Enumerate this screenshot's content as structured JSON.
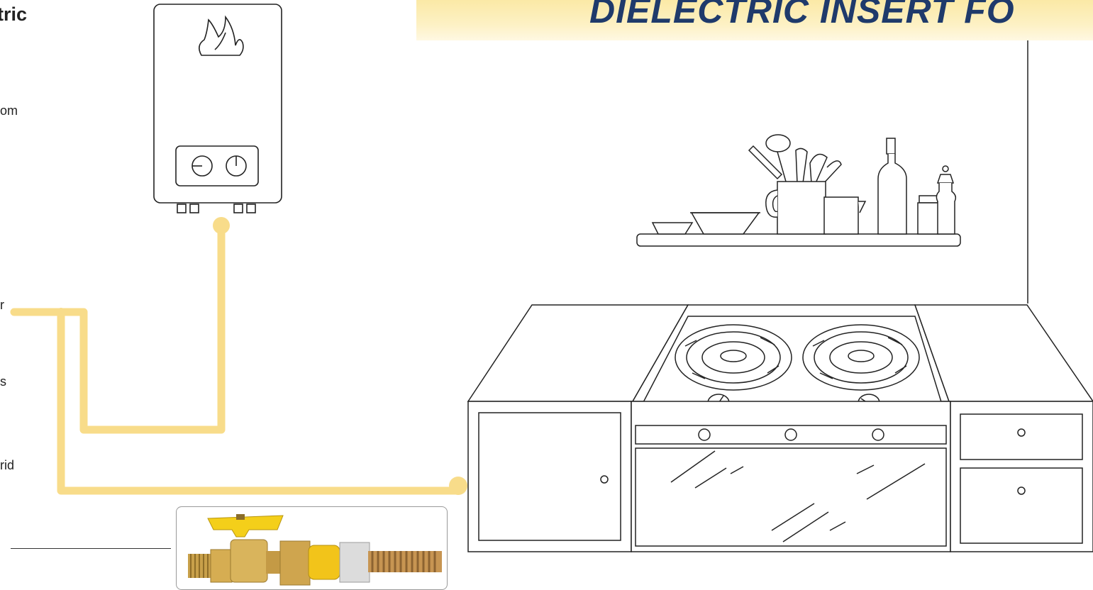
{
  "banner": {
    "title": "DIELECTRIC INSERT FO"
  },
  "left_panel": {
    "heading": "tric",
    "fragments": [
      "om",
      "r",
      "s",
      "rid"
    ]
  },
  "colors": {
    "pipe": "#f8dc8a",
    "banner": "#fbe9a6",
    "title": "#1f3a6b",
    "line": "#222222"
  },
  "icons": [
    "water-heater-icon",
    "flame-icon",
    "gas-valve-connector-photo",
    "kitchen-stove-illustration"
  ]
}
